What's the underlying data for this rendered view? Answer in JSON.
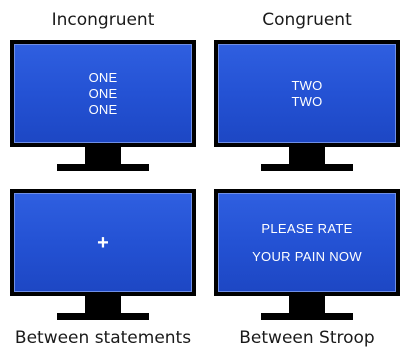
{
  "panels": {
    "top_left": {
      "label": "Incongruent",
      "lines": [
        "ONE",
        "ONE",
        "ONE"
      ]
    },
    "top_right": {
      "label": "Congruent",
      "lines": [
        "TWO",
        "TWO"
      ]
    },
    "bottom_left": {
      "label": "Between statements",
      "symbol": "+"
    },
    "bottom_right": {
      "label": "Between Stroop",
      "lines": [
        "PLEASE RATE",
        "YOUR PAIN NOW"
      ]
    }
  },
  "colors": {
    "screen_blue": "#2452d4",
    "bezel": "#000000",
    "text_on_screen": "#ffffff",
    "label_text": "#1a1a1a"
  }
}
